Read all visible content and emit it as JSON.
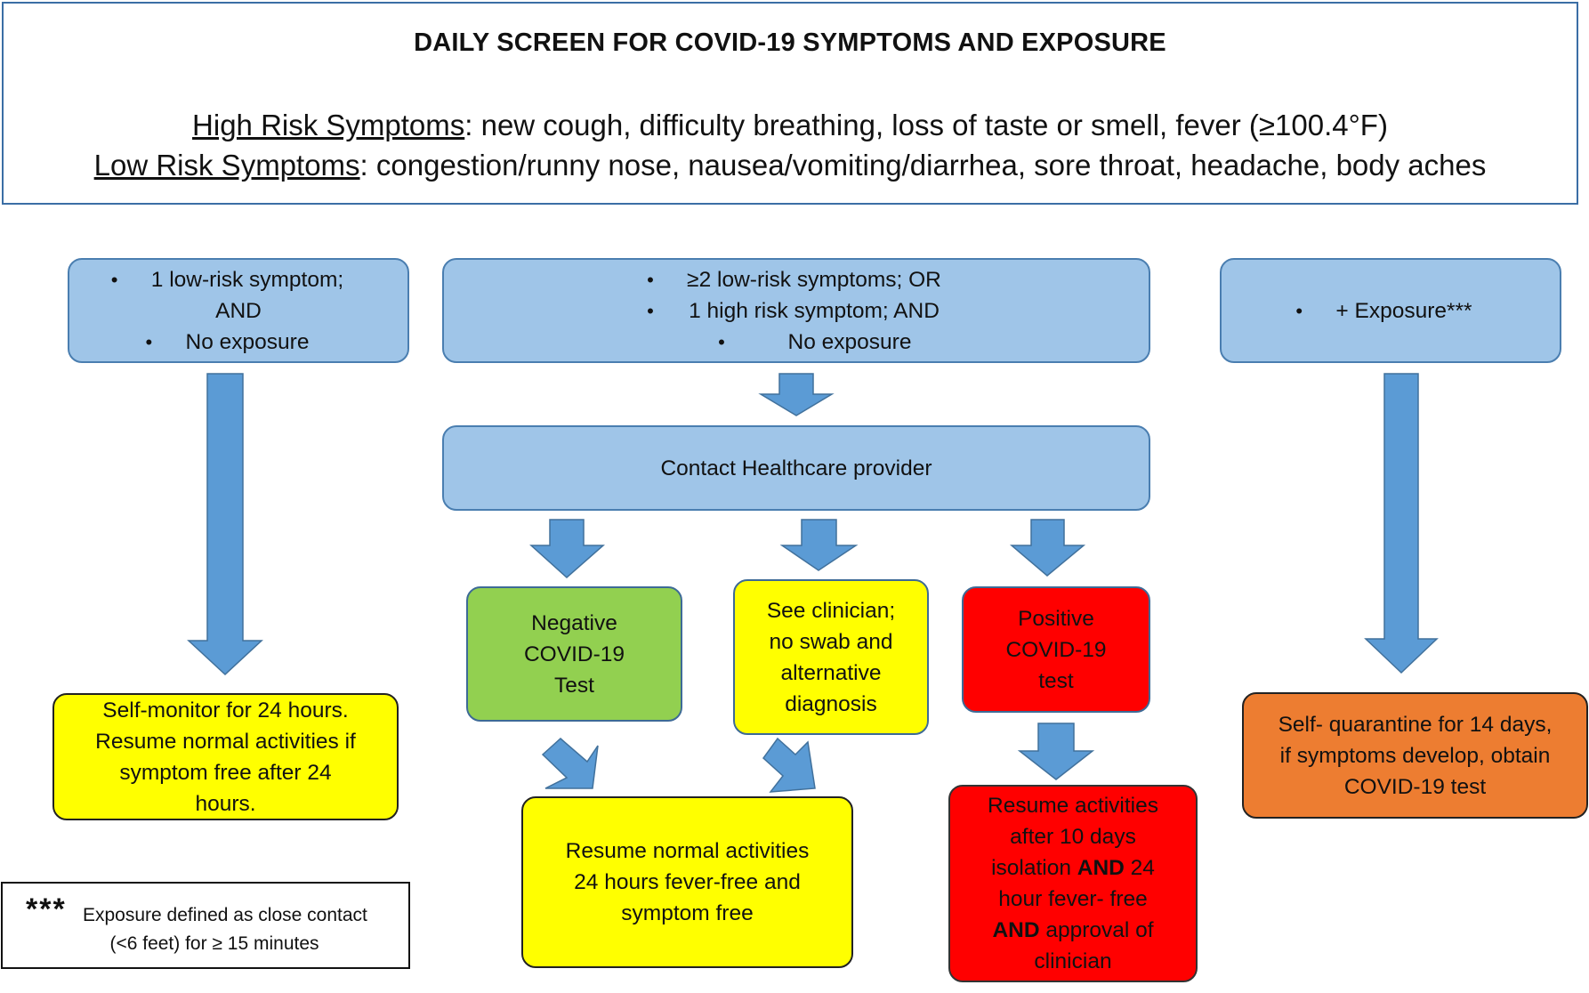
{
  "header": {
    "title": "DAILY SCREEN FOR COVID-19 SYMPTOMS AND EXPOSURE",
    "high_risk_label": "High Risk Symptoms",
    "high_risk_text": ":  new cough, difficulty breathing, loss of taste or smell, fever (≥100.4°F)",
    "low_risk_label": "Low Risk Symptoms",
    "low_risk_text": ": congestion/runny nose, nausea/vomiting/diarrhea, sore throat, headache, body aches"
  },
  "boxes": {
    "left_criteria": {
      "line1": "1 low-risk symptom;",
      "line2": "AND",
      "line3": "No exposure"
    },
    "center_criteria": {
      "line1": "≥2 low-risk symptoms; OR",
      "line2": "1 high risk symptom; AND",
      "line3": "No exposure"
    },
    "right_criteria": {
      "line1": "+ Exposure***"
    },
    "contact_provider": "Contact Healthcare provider",
    "negative_test": {
      "line1": "Negative",
      "line2": "COVID-19",
      "line3": "Test"
    },
    "see_clinician": {
      "line1": "See clinician;",
      "line2": "no swab and",
      "line3": "alternative",
      "line4": "diagnosis"
    },
    "positive_test": {
      "line1": "Positive",
      "line2": "COVID-19",
      "line3": "test"
    },
    "self_monitor": {
      "line1": "Self-monitor for 24 hours.",
      "line2": "Resume normal activities if",
      "line3": "symptom free after 24",
      "line4": "hours."
    },
    "resume_normal": {
      "line1": "Resume normal activities",
      "line2": "24 hours fever-free and",
      "line3": "symptom free"
    },
    "resume_after_isolation": {
      "line1": "Resume activities",
      "line2": "after 10 days",
      "line3a": "isolation ",
      "line3b": "AND",
      "line3c": " 24",
      "line4": "hour fever- free",
      "line5a": "AND",
      "line5b": " approval of",
      "line6": "clinician"
    },
    "self_quarantine": {
      "line1": "Self- quarantine for 14 days,",
      "line2": "if symptoms develop, obtain",
      "line3": "COVID-19 test"
    }
  },
  "footnote": {
    "stars": "***",
    "line1": "Exposure defined as close contact",
    "line2": "(<6 feet) for ≥ 15 minutes"
  },
  "colors": {
    "blue_box": "#9fc5e8",
    "arrow": "#5b9bd5",
    "green": "#92d050",
    "yellow": "#ffff00",
    "red": "#ff0000",
    "orange": "#ed7d31"
  }
}
